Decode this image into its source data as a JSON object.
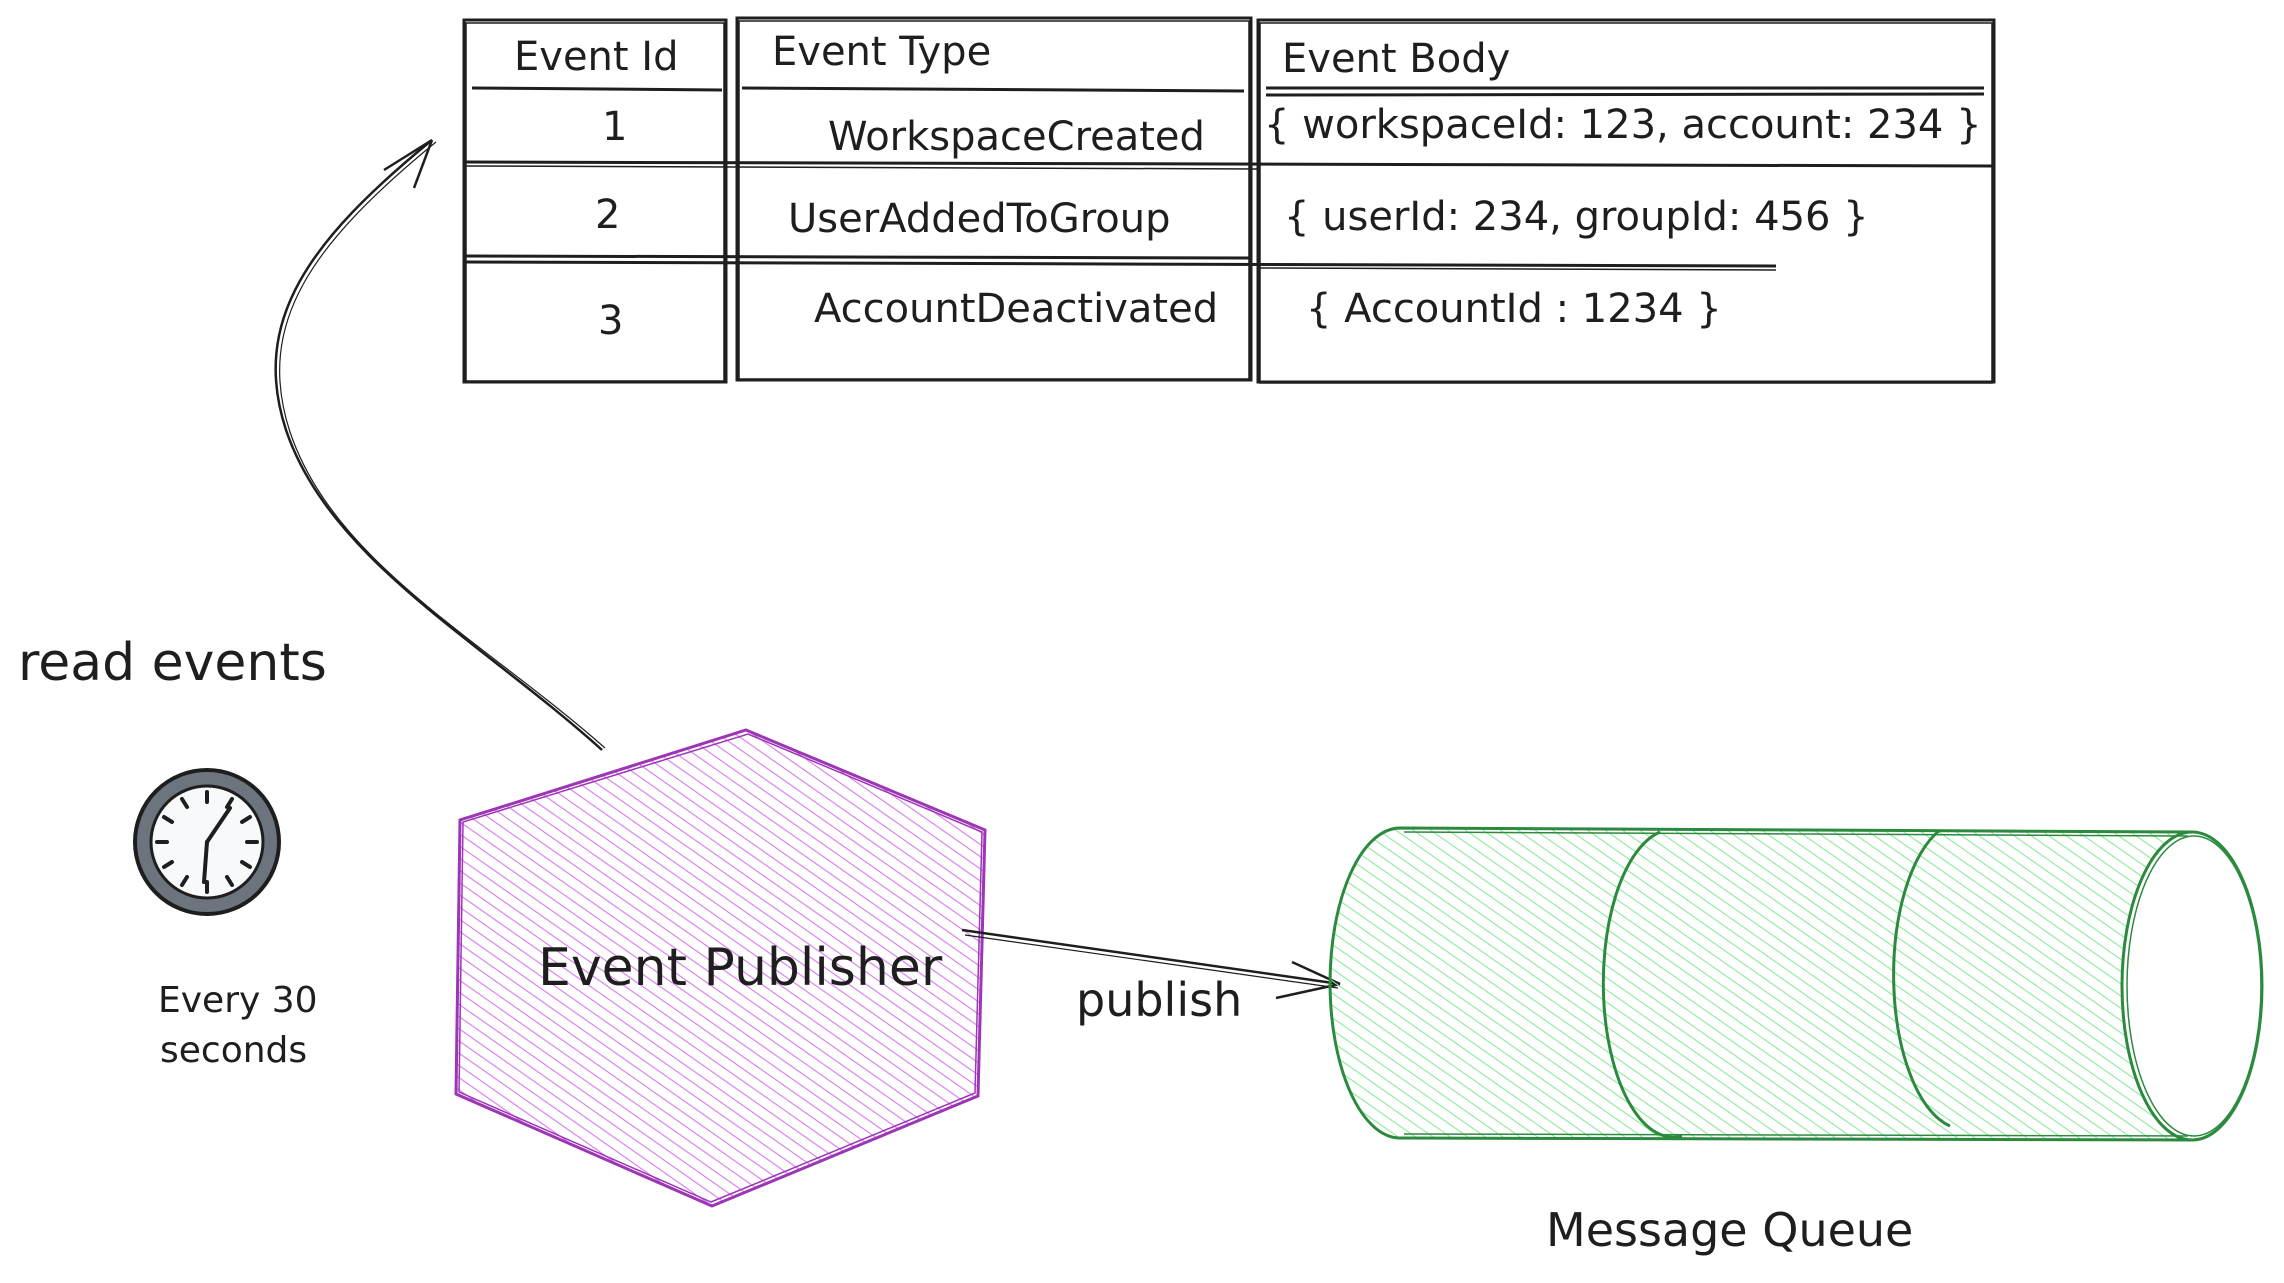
{
  "table": {
    "headers": [
      "Event Id",
      "Event Type",
      "Event Body"
    ],
    "rows": [
      [
        "1",
        "WorkspaceCreated",
        "{ workspaceId: 123, account: 234 }"
      ],
      [
        "2",
        "UserAddedToGroup",
        "{ userId: 234, groupId: 456 }"
      ],
      [
        "3",
        "AccountDeactivated",
        "{ AccountId : 1234 }"
      ]
    ]
  },
  "labels": {
    "read_events": "read events",
    "schedule_line1": "Every 30",
    "schedule_line2": "seconds",
    "publisher": "Event Publisher",
    "publish": "publish",
    "queue": "Message Queue"
  },
  "icons": {
    "clock": "clock-icon"
  },
  "colors": {
    "ink": "#1e1e1e",
    "publisher_stroke": "#9c36b5",
    "publisher_fill": "#da77f2",
    "queue_stroke": "#2b8a3e",
    "queue_fill": "#8ce99a",
    "clock_rim": "#6c757d"
  }
}
